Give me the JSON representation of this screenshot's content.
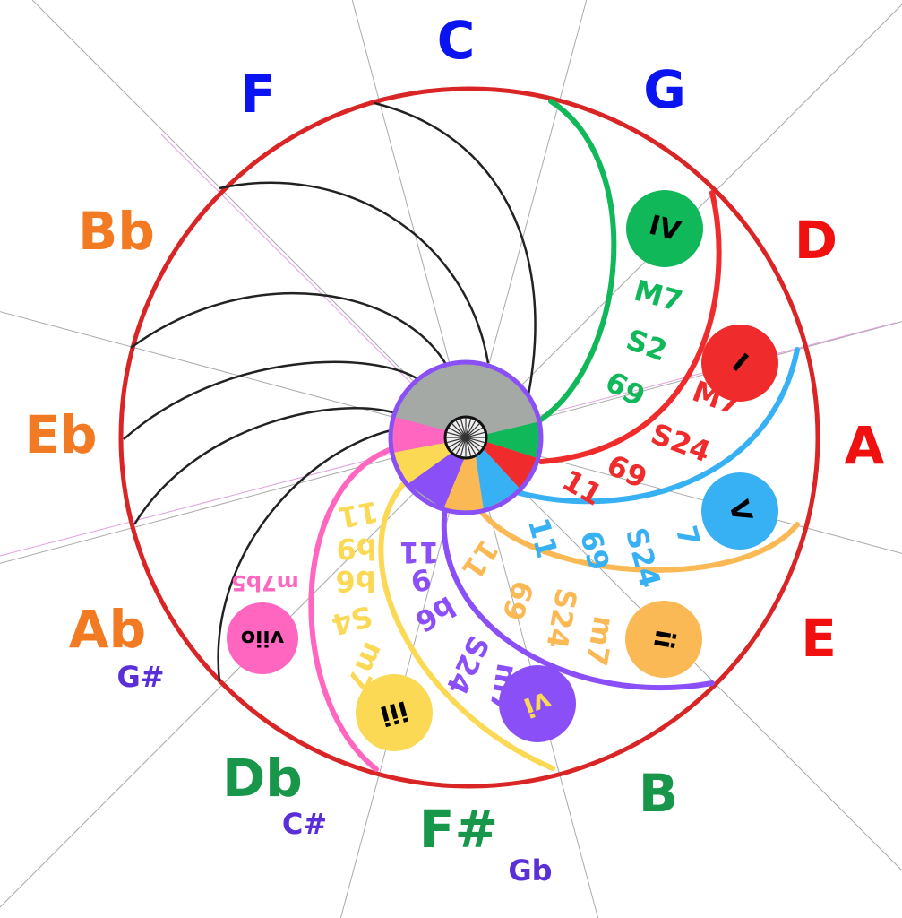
{
  "title": "Circle of fifths chord spiral",
  "keys": [
    {
      "label": "C",
      "color": "#0a14f0"
    },
    {
      "label": "G",
      "color": "#0a14f0"
    },
    {
      "label": "D",
      "color": "#f01010"
    },
    {
      "label": "A",
      "color": "#f01010"
    },
    {
      "label": "E",
      "color": "#f01010"
    },
    {
      "label": "B",
      "color": "#18964a"
    },
    {
      "label": "F#",
      "alt": "Gb",
      "color": "#18964a"
    },
    {
      "label": "Db",
      "alt": "C#",
      "color": "#18964a"
    },
    {
      "label": "Ab",
      "alt": "G#",
      "color": "#f27a22"
    },
    {
      "label": "Eb",
      "color": "#f27a22"
    },
    {
      "label": "Bb",
      "color": "#f27a22"
    },
    {
      "label": "F",
      "color": "#0a14f0"
    }
  ],
  "alt_color": "#5b2fd8",
  "chords": [
    {
      "numeral": "IV",
      "color": "#10b85a",
      "extensions": [
        "M7",
        "S2",
        "69"
      ]
    },
    {
      "numeral": "I",
      "color": "#ef2b2b",
      "extensions": [
        "M7",
        "S24",
        "69",
        "11"
      ]
    },
    {
      "numeral": "V",
      "color": "#38b0f4",
      "extensions": [
        "7",
        "S24",
        "69",
        "11"
      ]
    },
    {
      "numeral": "ii",
      "color": "#fbb955",
      "extensions": [
        "m7",
        "S24",
        "69",
        "11"
      ]
    },
    {
      "numeral": "vi",
      "color": "#8a4ff7",
      "extensions": [
        "m7",
        "S24",
        "b6",
        "9",
        "11"
      ]
    },
    {
      "numeral": "iii",
      "color": "#fbd955",
      "extensions": [
        "m7",
        "S4",
        "b6",
        "b9",
        "11"
      ]
    },
    {
      "numeral": "viio",
      "color": "#ff66c0",
      "extensions": [
        "m7b5"
      ]
    }
  ],
  "outer_ring_color": "#d92525",
  "hub_ring_color": "#8a4ff7",
  "hub_gray": "#a5a9a6"
}
